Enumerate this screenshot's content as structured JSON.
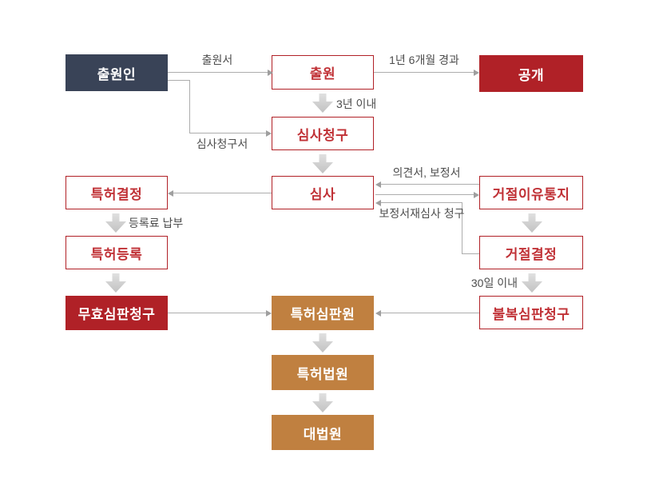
{
  "colors": {
    "navy_box": "#394357",
    "red_box": "#b02127",
    "gold_box": "#c08040",
    "outline_border": "#b12127",
    "outline_text": "#c03136",
    "connector_gray": "#adadad",
    "block_arrow_gray": "#cdcdcd",
    "label_text": "#4d4d4d",
    "background": "#ffffff"
  },
  "nodes": {
    "applicant": {
      "label": "출원인",
      "style": "navy"
    },
    "application": {
      "label": "출원",
      "style": "outline"
    },
    "publication": {
      "label": "공개",
      "style": "red"
    },
    "exam_request": {
      "label": "심사청구",
      "style": "outline"
    },
    "patent_decision": {
      "label": "특허결정",
      "style": "outline"
    },
    "examination": {
      "label": "심사",
      "style": "outline"
    },
    "rejection_notice": {
      "label": "거절이유통지",
      "style": "outline"
    },
    "patent_registration": {
      "label": "특허등록",
      "style": "outline"
    },
    "rejection_decision": {
      "label": "거절결정",
      "style": "outline"
    },
    "invalidation_trial_request": {
      "label": "무효심판청구",
      "style": "red"
    },
    "patent_trial_board": {
      "label": "특허심판원",
      "style": "gold"
    },
    "appeal_trial_request": {
      "label": "불복심판청구",
      "style": "outline"
    },
    "patent_court": {
      "label": "특허법원",
      "style": "gold"
    },
    "supreme_court": {
      "label": "대법원",
      "style": "gold"
    }
  },
  "edge_labels": {
    "application_doc": "출원서",
    "after_1y6m": "1년 6개월 경과",
    "within_3_years": "3년 이내",
    "exam_request_doc": "심사청구서",
    "opinion_amendment": "의견서, 보정서",
    "amendment_reexam_request": "보정서재심사 청구",
    "registration_fee_payment": "등록료 납부",
    "within_30_days": "30일 이내"
  }
}
